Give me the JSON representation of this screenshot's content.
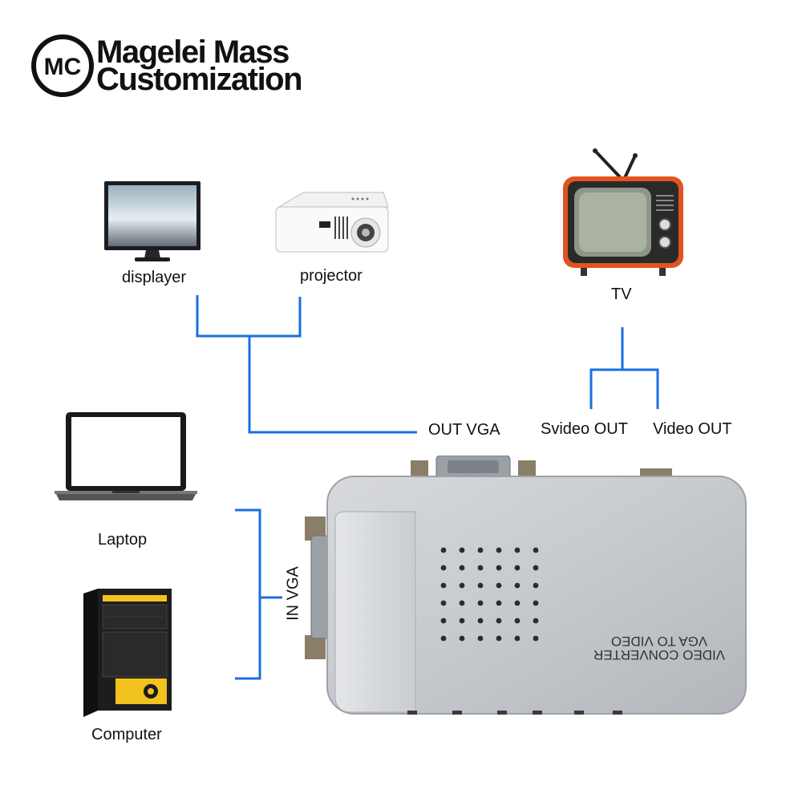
{
  "brand": {
    "logo_initials": "MC",
    "name_line1": "Magelei Mass",
    "name_line2": "Customization"
  },
  "devices": {
    "displayer": "displayer",
    "projector": "projector",
    "tv": "TV",
    "laptop": "Laptop",
    "computer": "Computer"
  },
  "ports": {
    "out_vga": "OUT VGA",
    "svideo_out": "Svideo OUT",
    "video_out": "Video OUT",
    "in_vga": "IN VGA"
  },
  "converter": {
    "print_line1": "VIDEO CONVERTER",
    "print_line2": "VGA TO VIDEO"
  },
  "colors": {
    "wire": "#1a6fe0",
    "tv_body": "#e2531f",
    "converter_body": "#c9ccd0"
  }
}
